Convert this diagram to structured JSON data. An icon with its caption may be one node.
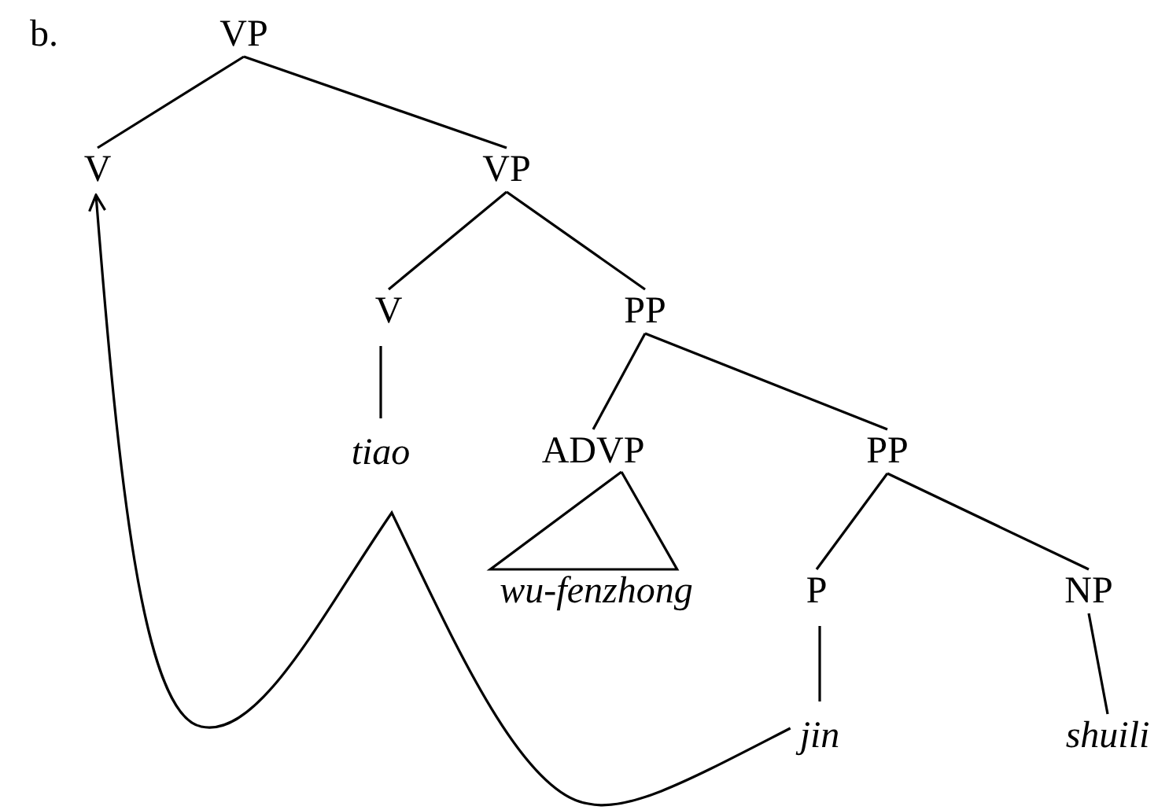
{
  "diagram": {
    "nodes": [
      {
        "text": [
          "VP"
        ]
      },
      {
        "text": [
          "V"
        ]
      },
      {
        "text": [
          "VP"
        ]
      },
      {
        "text": [
          "V"
        ]
      },
      {
        "text": [
          "PP"
        ]
      },
      {
        "text": [
          "tiao"
        ]
      },
      {
        "text": [
          "ADVP"
        ]
      },
      {
        "text": [
          "PP"
        ]
      },
      {
        "text": [
          "wu-fenzhong"
        ]
      },
      {
        "text": [
          "P"
        ]
      },
      {
        "text": [
          "NP"
        ]
      },
      {
        "text": [
          "jin"
        ]
      },
      {
        "text": [
          "shuili"
        ]
      }
    ],
    "edges": [
      {
        "from": 0,
        "to": 1,
        "arrow": "none"
      },
      {
        "from": 0,
        "to": 2,
        "arrow": "none"
      },
      {
        "from": 2,
        "to": 3,
        "arrow": "none"
      },
      {
        "from": 2,
        "to": 4,
        "arrow": "none"
      },
      {
        "from": 3,
        "to": 5,
        "arrow": "none"
      },
      {
        "from": 4,
        "to": 6,
        "arrow": "none"
      },
      {
        "from": 4,
        "to": 7,
        "arrow": "none"
      },
      {
        "from": 6,
        "to": 8,
        "arrow": "none"
      },
      {
        "from": 7,
        "to": 9,
        "arrow": "none"
      },
      {
        "from": 7,
        "to": 10,
        "arrow": "none"
      },
      {
        "from": 9,
        "to": 11,
        "arrow": "none"
      },
      {
        "from": 10,
        "to": 12,
        "arrow": "none"
      },
      {
        "from": 11,
        "to": 1,
        "arrow": "to"
      }
    ],
    "labels": [
      "b."
    ]
  }
}
